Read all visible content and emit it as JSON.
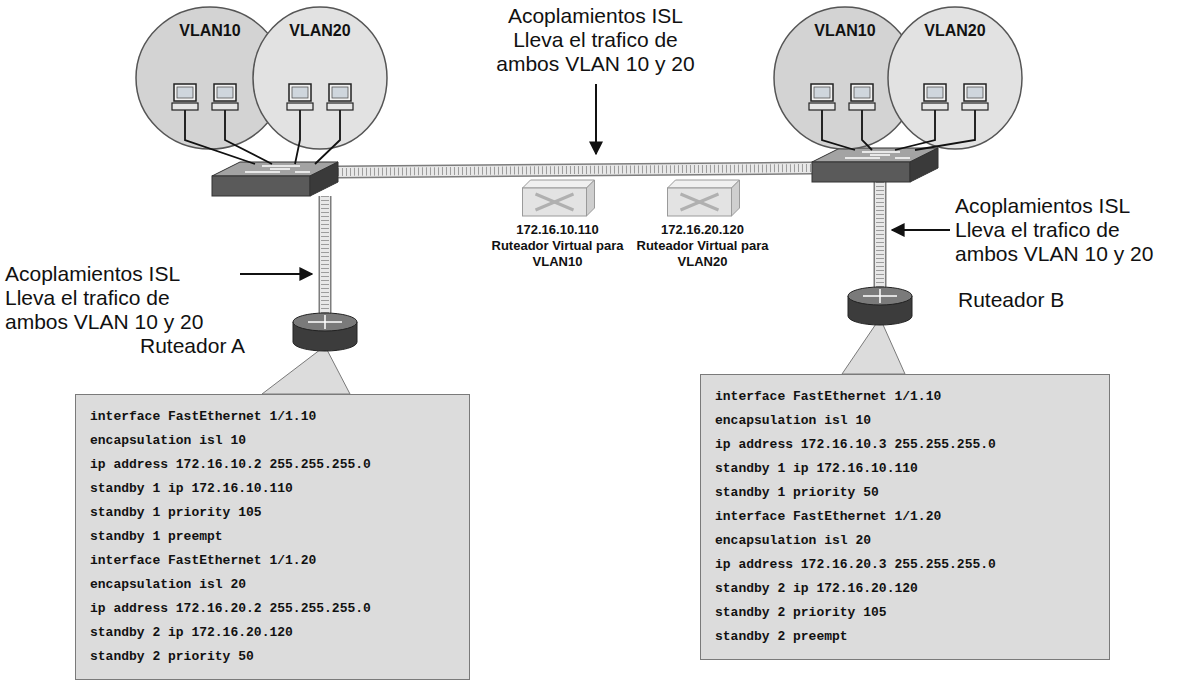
{
  "diagram": {
    "nodes": [
      {
        "text": [
          "VLAN10"
        ]
      },
      {
        "text": [
          "VLAN20"
        ]
      },
      {
        "text": [
          "VLAN10"
        ]
      },
      {
        "text": [
          "VLAN20"
        ]
      },
      {
        "text": [
          "172.16.10.110",
          "Ruteador Virtual para VLAN10"
        ]
      },
      {
        "text": [
          "172.16.20.120",
          "Ruteador Virtual para VLAN20"
        ]
      },
      {
        "text": [
          "interface FastEthernet 1/1.10",
          "encapsulation isl 10",
          "ip address 172.16.10.2 255.255.255.0",
          "standby 1 ip 172.16.10.110",
          "standby 1 priority 105",
          "standby 1 preempt",
          "interface FastEthernet 1/1.20",
          "encapsulation isl 20",
          "ip address 172.16.20.2 255.255.255.0",
          "standby 2 ip 172.16.20.120",
          "standby 2 priority 50"
        ]
      },
      {
        "text": [
          "interface FastEthernet 1/1.10",
          "encapsulation isl 10",
          "ip address 172.16.10.3 255.255.255.0",
          "standby 1 ip 172.16.10.110",
          "standby 1 priority 50",
          "interface FastEthernet 1/1.20",
          "encapsulation isl 20",
          "ip address 172.16.20.3 255.255.255.0",
          "standby 2 ip 172.16.20.120",
          "standby 2 priority 105",
          "standby 2 preempt"
        ]
      }
    ],
    "labels": [
      "Acoplamientos ISL Lleva el trafico de ambos VLAN 10 y 20",
      "Acoplamientos ISL Lleva el trafico de ambos VLAN 10 y 20",
      "Ruteador A",
      "Acoplamientos ISL Lleva el trafico de ambos VLAN 10 y 20",
      "Ruteador B"
    ]
  }
}
